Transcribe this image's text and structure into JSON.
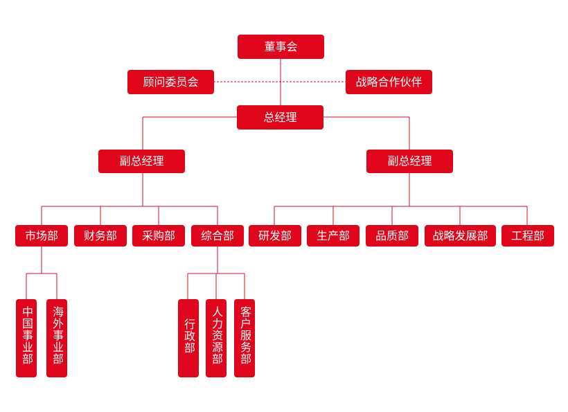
{
  "org": {
    "board": "董事会",
    "advisory": "顾问委员会",
    "partners": "战略合作伙伴",
    "gm": "总经理",
    "vp_left": "副总经理",
    "vp_right": "副总经理",
    "departments_left": [
      "市场部",
      "财务部",
      "采购部",
      "综合部"
    ],
    "departments_right": [
      "研发部",
      "生产部",
      "品质部",
      "战略发展部",
      "工程部"
    ],
    "market_subunits": [
      "中国事业部",
      "海外事业部"
    ],
    "general_subunits": [
      "行政部",
      "人力资源部",
      "客户服务部"
    ]
  },
  "colors": {
    "box": "#e0051b",
    "line": "#c8102e",
    "text": "#ffffff"
  }
}
